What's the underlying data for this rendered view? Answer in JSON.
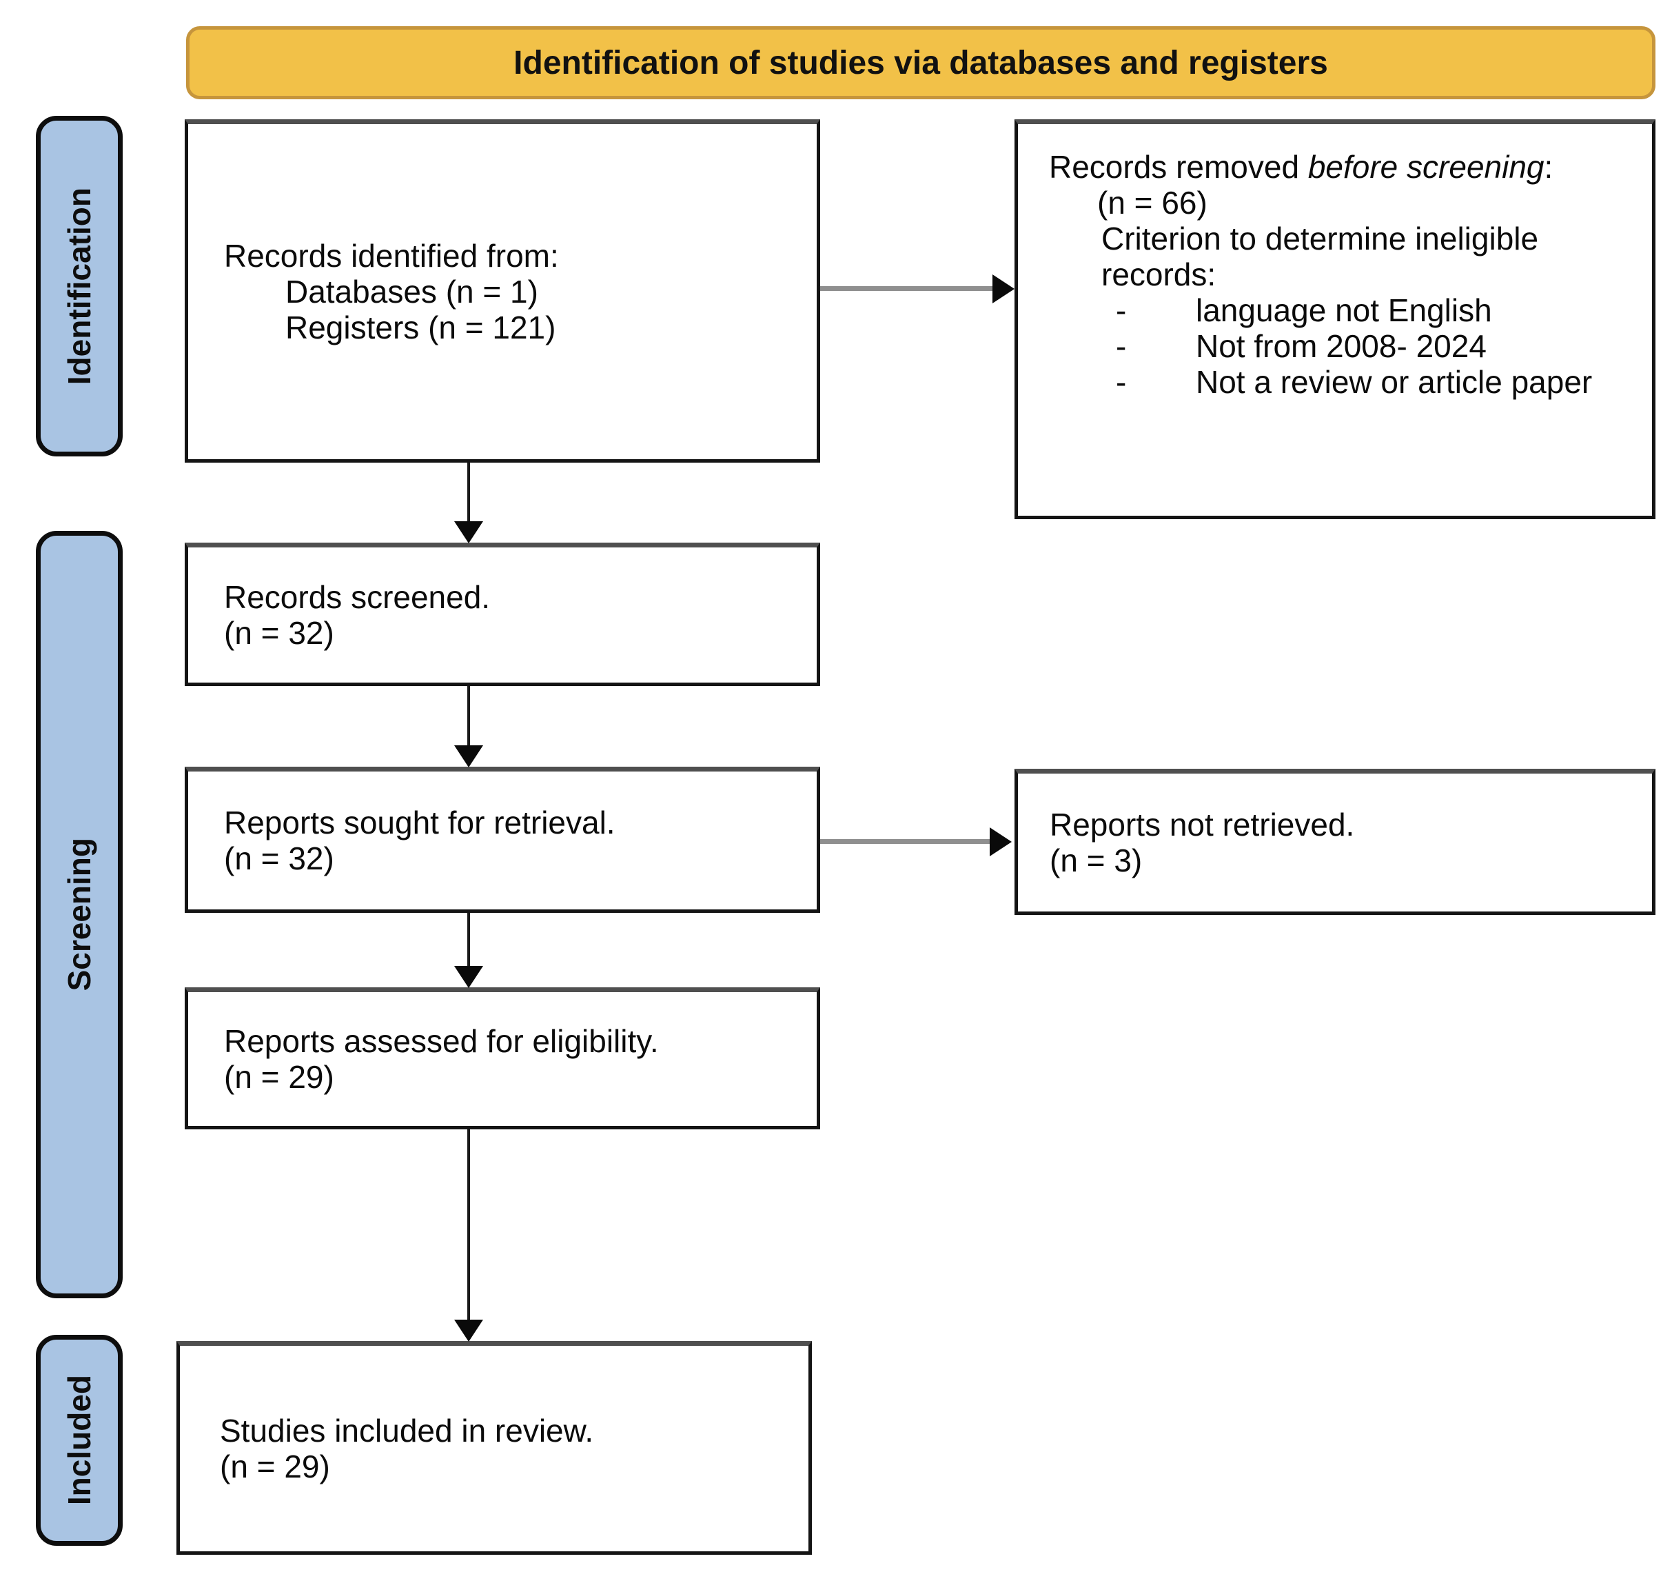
{
  "banner": {
    "label": "Identification of studies via databases and registers"
  },
  "stages": [
    {
      "label": "Identification"
    },
    {
      "label": "Screening"
    },
    {
      "label": "Included"
    }
  ],
  "boxes": {
    "identified": {
      "line1": "Records identified from:",
      "line2": "Databases (n = 1)",
      "line3": "Registers (n = 121)"
    },
    "removed": {
      "prefix": "Records removed ",
      "italic": "before screening",
      "suffix": ":",
      "count": "(n = 66)",
      "criterion": "Criterion to determine ineligible records:",
      "bullet_marker": "-",
      "bullets": [
        "language not English",
        "Not from 2008- 2024",
        "Not a review or article paper"
      ]
    },
    "screened": {
      "line1": "Records screened.",
      "line2": "(n = 32)"
    },
    "sought": {
      "line1": "Reports sought for retrieval.",
      "line2": "(n = 32)"
    },
    "not_retrieved": {
      "line1": "Reports not retrieved.",
      "line2": "(n = 3)"
    },
    "assessed": {
      "line1": "Reports assessed for eligibility.",
      "line2": "(n = 29)"
    },
    "included": {
      "line1": "Studies included in review.",
      "line2": "(n = 29)"
    }
  },
  "colors": {
    "banner_fill": "#F2C148",
    "banner_border": "#C6953C",
    "stage_fill": "#A9C4E3",
    "box_border": "#141414",
    "arrow_gray": "#8f8f8f"
  }
}
